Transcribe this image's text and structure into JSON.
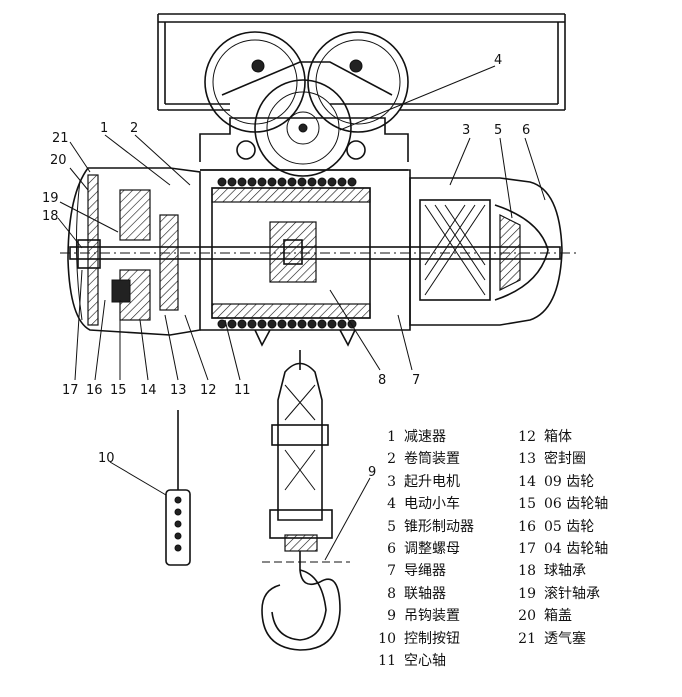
{
  "callouts": {
    "c1": "1",
    "c2": "2",
    "c3": "3",
    "c4": "4",
    "c5": "5",
    "c6": "6",
    "c7": "7",
    "c8": "8",
    "c9": "9",
    "c10": "10",
    "c11": "11",
    "c12": "12",
    "c13": "13",
    "c14": "14",
    "c15": "15",
    "c16": "16",
    "c17": "17",
    "c18": "18",
    "c19": "19",
    "c20": "20",
    "c21": "21"
  },
  "legend": [
    {
      "num": "1",
      "label": "减速器"
    },
    {
      "num": "2",
      "label": "卷筒装置"
    },
    {
      "num": "3",
      "label": "起升电机"
    },
    {
      "num": "4",
      "label": "电动小车"
    },
    {
      "num": "5",
      "label": "锥形制动器"
    },
    {
      "num": "6",
      "label": "调整螺母"
    },
    {
      "num": "7",
      "label": "导绳器"
    },
    {
      "num": "8",
      "label": "联轴器"
    },
    {
      "num": "9",
      "label": "吊钩装置"
    },
    {
      "num": "10",
      "label": "控制按钮"
    },
    {
      "num": "11",
      "label": "空心轴"
    },
    {
      "num": "12",
      "label": "箱体"
    },
    {
      "num": "13",
      "label": "密封圈"
    },
    {
      "num": "14",
      "label": "09 齿轮"
    },
    {
      "num": "15",
      "label": "06 齿轮轴"
    },
    {
      "num": "16",
      "label": "05 齿轮"
    },
    {
      "num": "17",
      "label": "04 齿轮轴"
    },
    {
      "num": "18",
      "label": "球轴承"
    },
    {
      "num": "19",
      "label": "滚针轴承"
    },
    {
      "num": "20",
      "label": "箱盖"
    },
    {
      "num": "21",
      "label": "透气塞"
    }
  ]
}
